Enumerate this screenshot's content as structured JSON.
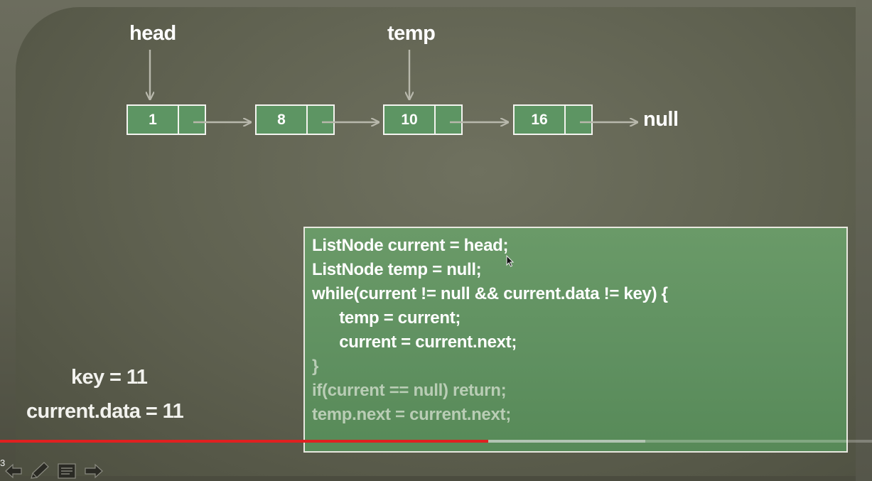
{
  "diagram": {
    "pointer_labels": {
      "head": "head",
      "temp": "temp"
    },
    "nodes": [
      {
        "value": "1"
      },
      {
        "value": "8"
      },
      {
        "value": "10"
      },
      {
        "value": "16"
      }
    ],
    "terminal": "null"
  },
  "code": {
    "lines": [
      "ListNode current = head;",
      "ListNode temp = null;",
      "while(current != null && current.data != key) {",
      "      temp = current;",
      "      current = current.next;",
      "}",
      "if(current == null) return;",
      "temp.next = current.next;"
    ]
  },
  "variables": {
    "key_line": "key = 11",
    "current_data_line": "current.data = 11"
  },
  "player": {
    "time_fragment": "3",
    "progress_played": 0.56,
    "progress_buffered": 0.74,
    "colors": {
      "played": "#e02020",
      "node_fill": "#5d9563",
      "code_bg": "#5f9060"
    },
    "icons": [
      "arrow-left-icon",
      "pen-icon",
      "notes-icon",
      "arrow-right-icon"
    ]
  }
}
